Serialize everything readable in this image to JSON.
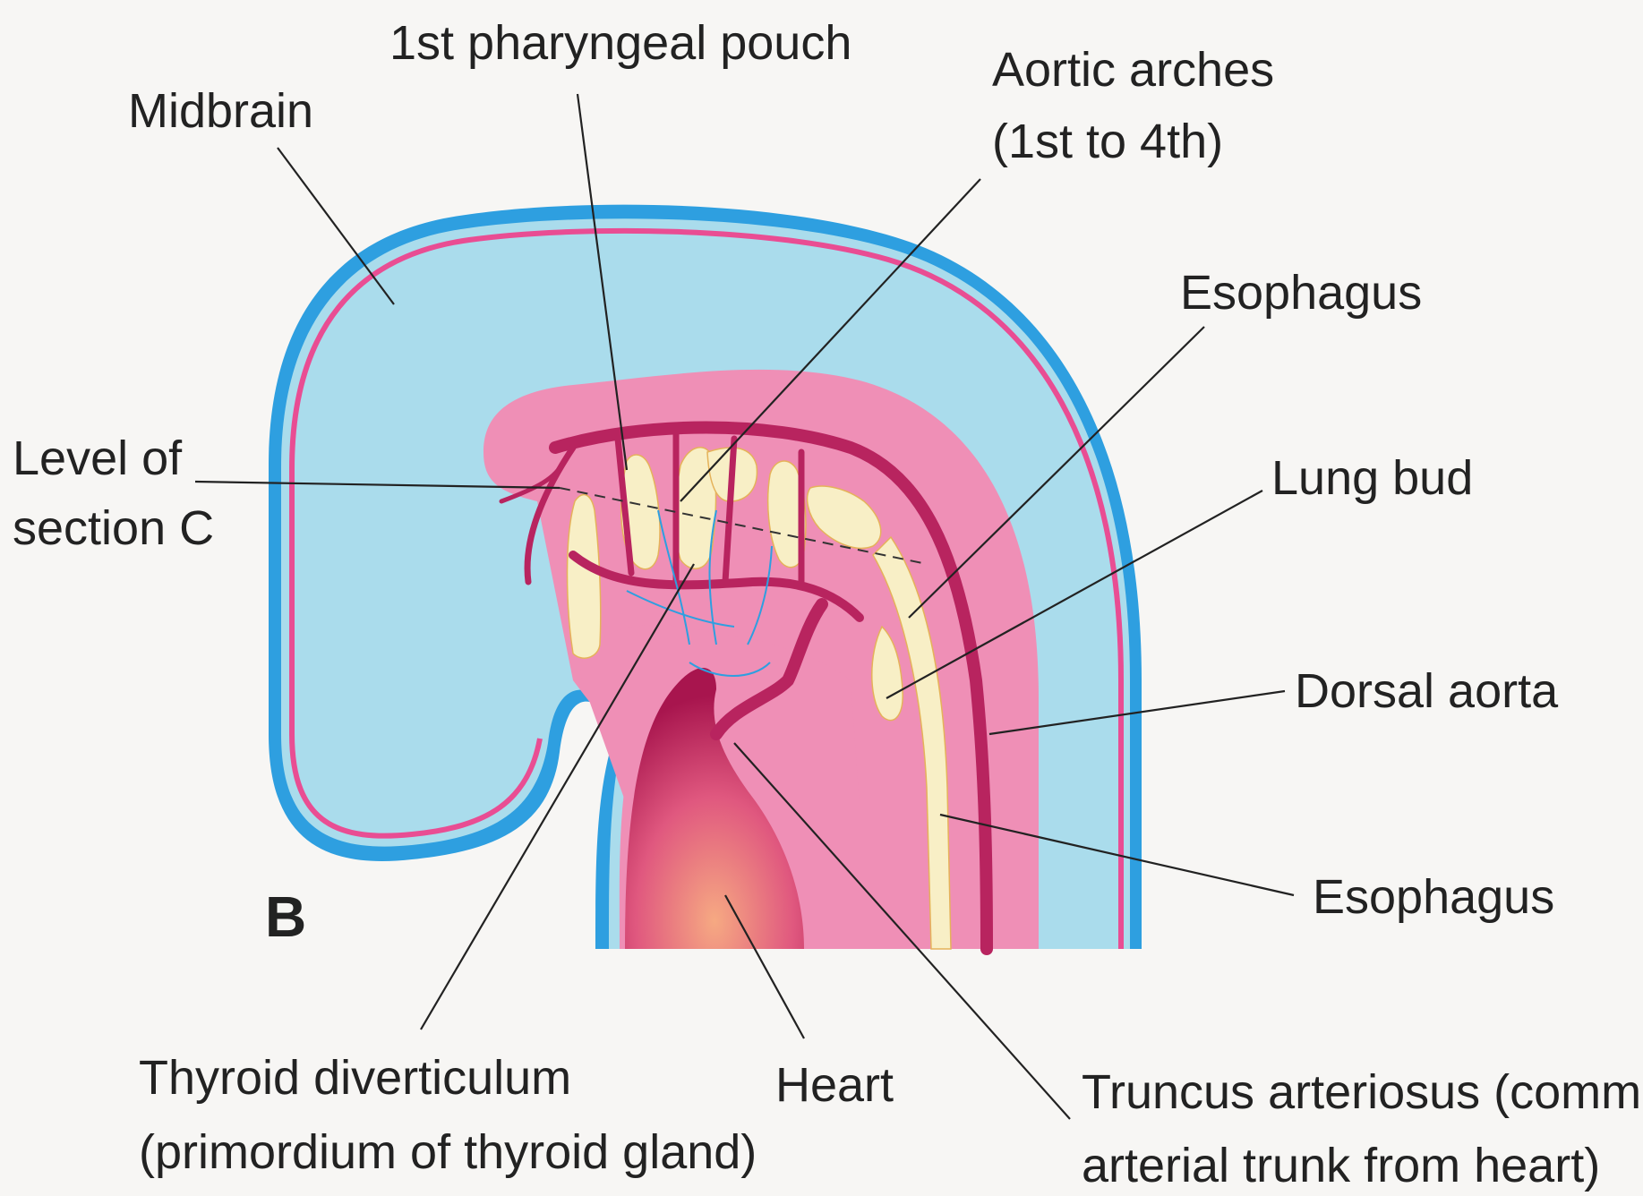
{
  "panel_letter": "B",
  "labels": {
    "pharyngeal_pouch": "1st pharyngeal pouch",
    "midbrain": "Midbrain",
    "aortic_arches_l1": "Aortic arches",
    "aortic_arches_l2": "(1st to 4th)",
    "esophagus_top": "Esophagus",
    "lung_bud": "Lung bud",
    "level_section_l1": "Level of",
    "level_section_l2": "section C",
    "dorsal_aorta": "Dorsal aorta",
    "esophagus_bottom": "Esophagus",
    "thyroid_l1": "Thyroid diverticulum",
    "thyroid_l2": "(primordium of thyroid gland)",
    "heart": "Heart",
    "truncus_l1": "Truncus arteriosus (common",
    "truncus_l2": "arterial trunk from heart)"
  },
  "colors": {
    "ectoderm_blue": "#2e9fe0",
    "mesenchyme_light_blue": "#aadcec",
    "endoderm_pink": "#e94d93",
    "tissue_pink": "#ef8fb6",
    "vessel_crimson": "#b8245f",
    "pharynx_cream": "#f8efc6",
    "heart_orange": "#f2926f",
    "background": "#f7f6f4"
  }
}
